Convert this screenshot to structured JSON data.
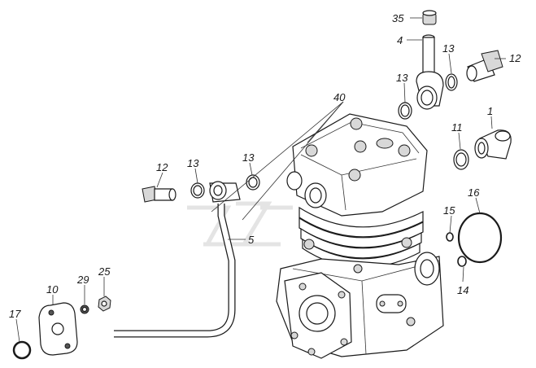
{
  "callouts": {
    "c35": "35",
    "c4": "4",
    "c13a": "13",
    "c12a": "12",
    "c13b": "13",
    "c40": "40",
    "c1": "1",
    "c11": "11",
    "c12b": "12",
    "c13c": "13",
    "c13d": "13",
    "c16": "16",
    "c15": "15",
    "c5": "5",
    "c14": "14",
    "c29": "29",
    "c25": "25",
    "c10": "10",
    "c17": "17"
  }
}
